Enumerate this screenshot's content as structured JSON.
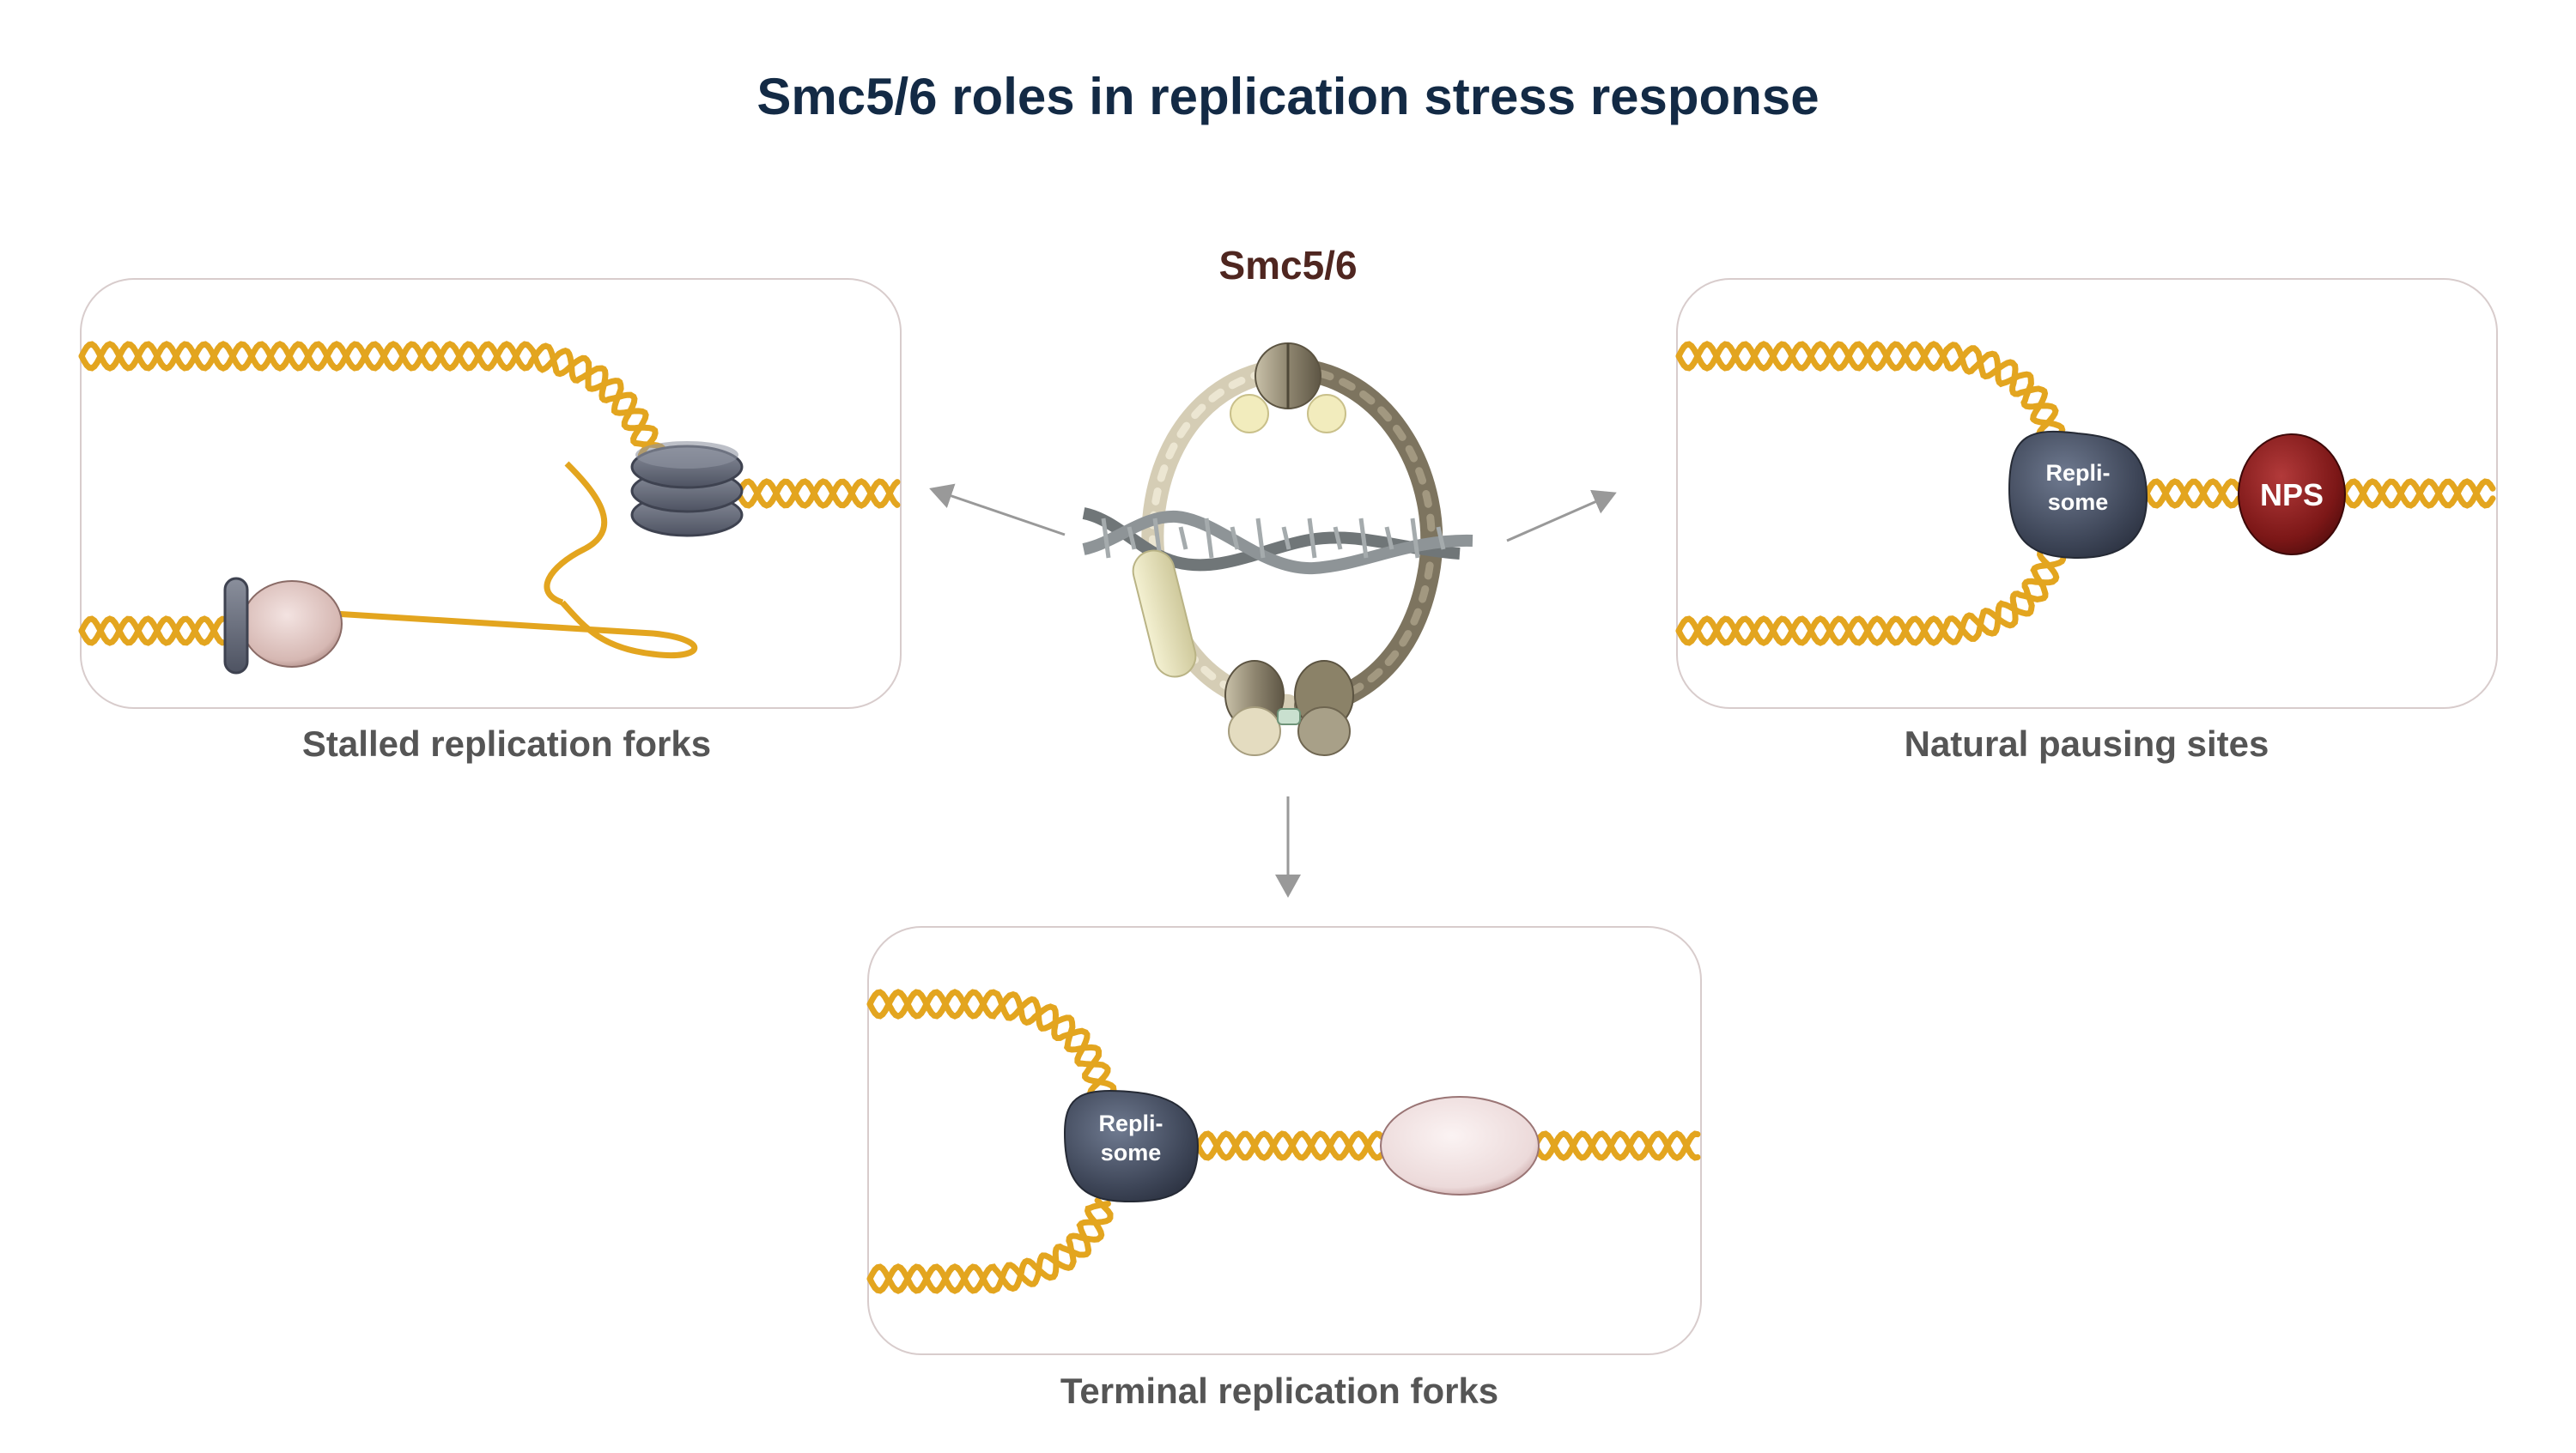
{
  "title": "Smc5/6 roles in replication stress response",
  "complex_label": "Smc5/6",
  "panels": {
    "stalled": {
      "caption": "Stalled replication forks"
    },
    "natural": {
      "caption": "Natural pausing sites",
      "replisome_line1": "Repli-",
      "replisome_line2": "some",
      "nps_label": "NPS"
    },
    "terminal": {
      "caption": "Terminal replication forks",
      "replisome_line1": "Repli-",
      "replisome_line2": "some"
    }
  },
  "colors": {
    "title": "#132a45",
    "complex_label": "#4f2620",
    "caption": "#555555",
    "dna": "#e3a51f",
    "replisome": "#3e4658",
    "nps": "#7c1717",
    "panel_border": "#d8cccc",
    "arrow": "#999999"
  }
}
